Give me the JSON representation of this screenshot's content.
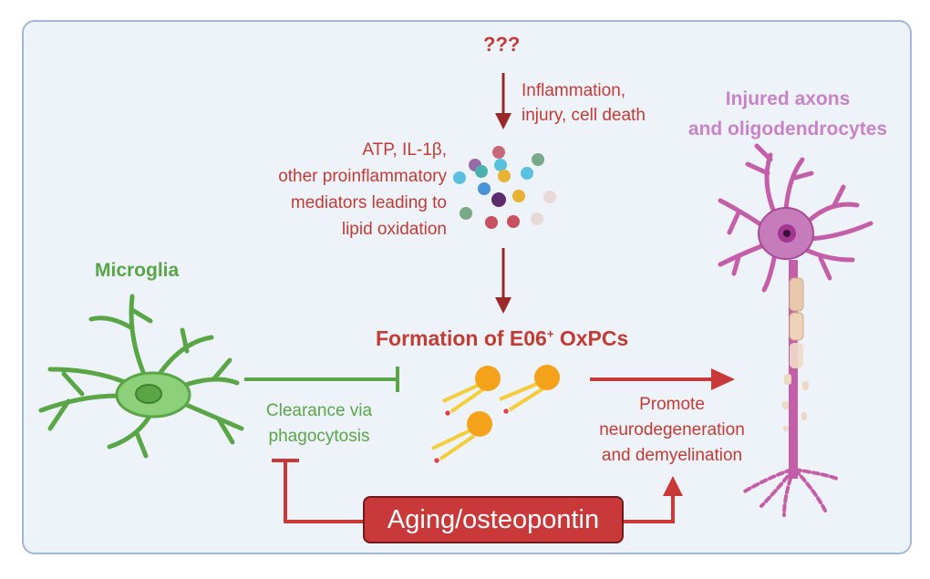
{
  "labels": {
    "unknown": "???",
    "trigger": [
      "Inflammation,",
      "injury, cell death"
    ],
    "mediators": [
      "ATP, IL-1β,",
      "other proinflammatory",
      "mediators leading to",
      "lipid oxidation"
    ],
    "neuron_title": [
      "Injured axons",
      "and oligodendrocytes"
    ],
    "microglia_title": "Microglia",
    "formation_main": "Formation of E06",
    "formation_sup": "+",
    "formation_tail": " OxPCs",
    "clearance": [
      "Clearance via",
      "phagocytosis"
    ],
    "promote": [
      "Promote",
      "neurodegeneration",
      "and demyelination"
    ],
    "aging": "Aging/osteopontin"
  },
  "colors": {
    "red_text": "#c33b32",
    "green": "#5aa646",
    "violet": "#c883c8",
    "arrow_dark": "#9a2a2a",
    "panel_bg": "#eef3fa",
    "panel_border": "#a3b9d6",
    "oxpc_head": "#f3a21a"
  },
  "icons": [
    "microglia-cell-icon",
    "neuron-icon",
    "mediator-particles-icon",
    "oxpc-molecule-icon"
  ]
}
